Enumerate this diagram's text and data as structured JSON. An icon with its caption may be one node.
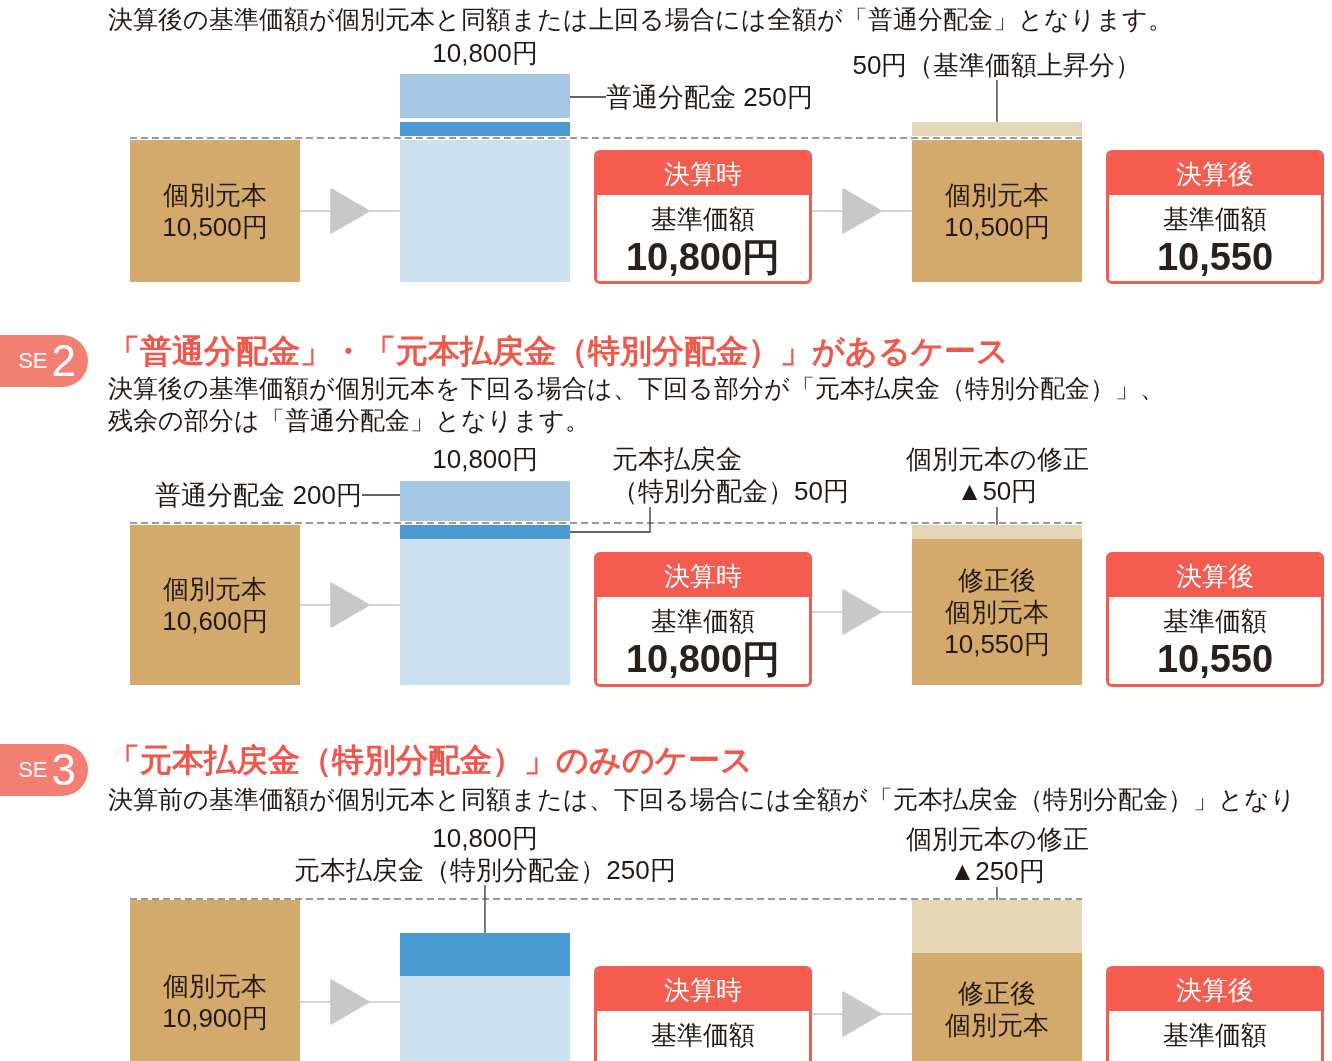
{
  "diagram": {
    "nodes": [
      {
        "text": [
          "個別元本",
          "10,500円"
        ]
      },
      {
        "text": [
          "10,800円"
        ]
      },
      {
        "text": [],
        "shape": "bar",
        "in": 1
      },
      {
        "text": [],
        "shape": "bar",
        "in": 1
      },
      {
        "text": [
          "普通分配金 250円"
        ]
      },
      {
        "text": [
          "決算時",
          "基準価額",
          "10,800円"
        ]
      },
      {
        "text": [
          "50円（基準価額上昇分）"
        ]
      },
      {
        "text": [],
        "shape": "bar"
      },
      {
        "text": [
          "個別元本",
          "10,500円"
        ]
      },
      {
        "text": [
          "決算後",
          "基準価額",
          "10,550"
        ]
      },
      {
        "text": [
          "SE",
          "2"
        ]
      },
      {
        "text": [
          "個別元本",
          "10,600円"
        ]
      },
      {
        "text": [
          "普通分配金 200円"
        ]
      },
      {
        "text": [
          "10,800円"
        ]
      },
      {
        "text": [],
        "shape": "bar",
        "in": 13
      },
      {
        "text": [],
        "shape": "bar",
        "in": 13
      },
      {
        "text": [
          "元本払戻金（特別分配金）50円"
        ]
      },
      {
        "text": [
          "決算時",
          "基準価額",
          "10,800円"
        ]
      },
      {
        "text": [
          "個別元本の修正▲50円"
        ]
      },
      {
        "text": [],
        "shape": "bar"
      },
      {
        "text": [
          "修正後",
          "個別元本",
          "10,550円"
        ]
      },
      {
        "text": [
          "決算後",
          "基準価額",
          "10,550"
        ]
      },
      {
        "text": [
          "SE",
          "3"
        ]
      },
      {
        "text": [
          "個別元本",
          "10,900円"
        ]
      },
      {
        "text": [
          "10,800円"
        ]
      },
      {
        "text": [],
        "shape": "bar",
        "in": 24
      },
      {
        "text": [
          "元本払戻金（特別分配金）250円"
        ]
      },
      {
        "text": [
          "決算時",
          "基準価額"
        ]
      },
      {
        "text": [
          "個別元本の修正▲250円"
        ]
      },
      {
        "text": [],
        "shape": "bar"
      },
      {
        "text": [
          "修正後",
          "個別元本"
        ]
      },
      {
        "text": [
          "決算後",
          "基準価額"
        ]
      }
    ],
    "edges": [
      {
        "from": 0,
        "to": 1,
        "arrow": "to",
        "color": "#c8c8c8"
      },
      {
        "from": 4,
        "to": 2,
        "arrow": "none"
      },
      {
        "from": 5,
        "to": 8,
        "arrow": "to",
        "color": "#c8c8c8"
      },
      {
        "from": 6,
        "to": 7,
        "arrow": "none"
      },
      {
        "from": 11,
        "to": 13,
        "arrow": "to",
        "color": "#c8c8c8"
      },
      {
        "from": 12,
        "to": 14,
        "arrow": "none"
      },
      {
        "from": 16,
        "to": 15,
        "arrow": "none"
      },
      {
        "from": 17,
        "to": 20,
        "arrow": "to",
        "color": "#c8c8c8"
      },
      {
        "from": 18,
        "to": 19,
        "arrow": "none"
      },
      {
        "from": 23,
        "to": 24,
        "arrow": "to",
        "color": "#c8c8c8"
      },
      {
        "from": 26,
        "to": 25,
        "arrow": "none"
      },
      {
        "from": 27,
        "to": 30,
        "arrow": "to",
        "color": "#c8c8c8"
      },
      {
        "from": 28,
        "to": 29,
        "arrow": "none"
      }
    ],
    "labels": [
      "決算後の基準価額が個別元本と同額または上回る場合には全額が「普通分配金」となります。",
      "「普通分配金」・「元本払戻金（特別分配金）」があるケース",
      "決算後の基準価額が個別元本を下回る場合は、下回る部分が「元本払戻金（特別分配金）」、残余の部分は「普通分配金」となります。",
      "「元本払戻金（特別分配金）」のみのケース",
      "決算前の基準価額が個別元本と同額または、下回る場合には全額が「元本払戻金（特別分配金）」となり"
    ]
  }
}
